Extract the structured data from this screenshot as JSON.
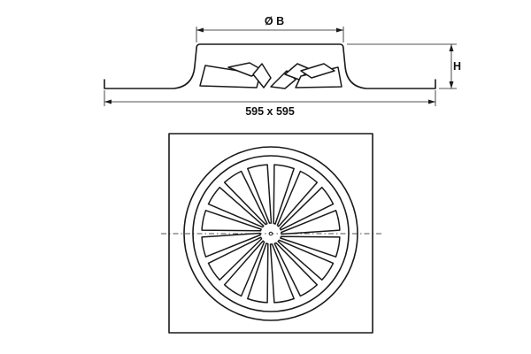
{
  "dimensions": {
    "diameter_label": "Ø B",
    "height_label": "H",
    "size_label": "595 x 595"
  },
  "plan_view": {
    "blade_count": 16
  },
  "colors": {
    "line": "#1a1a1a",
    "background": "#ffffff"
  }
}
